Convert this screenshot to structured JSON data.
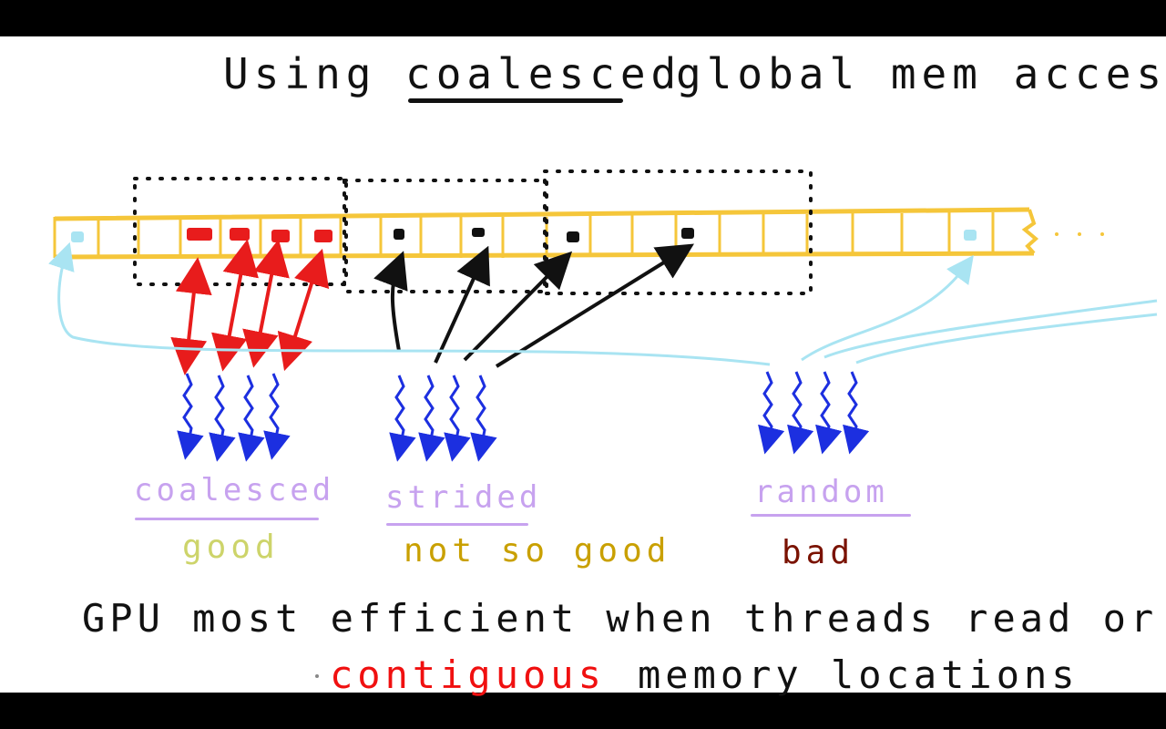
{
  "title": {
    "prefix": "Using",
    "emphasis": "coalesced",
    "suffix": "global mem access"
  },
  "patterns": [
    {
      "label": "coalesced",
      "verdict": "good"
    },
    {
      "label": "strided",
      "verdict": "not so good"
    },
    {
      "label": "random",
      "verdict": "bad"
    }
  ],
  "conclusion": {
    "line1": "GPU most efficient when threads read or write",
    "line2_highlight": "contiguous",
    "line2_rest": "memory locations"
  },
  "colors": {
    "memory_row": "#f5c63a",
    "coalesced_access": "#e81c1c",
    "strided_access": "#111111",
    "random_access": "#a9e4f2",
    "threads": "#1c2fe0",
    "pattern_label": "#c7a2ef",
    "verdict_good": "#cdd46a",
    "verdict_not_so_good": "#c9a000",
    "verdict_bad": "#7a1200",
    "highlight": "#f01010"
  },
  "icons": {
    "thread": "squiggle-down-arrow-icon",
    "memory_cell": "square-cell",
    "cache_line": "dotted-rectangle"
  }
}
